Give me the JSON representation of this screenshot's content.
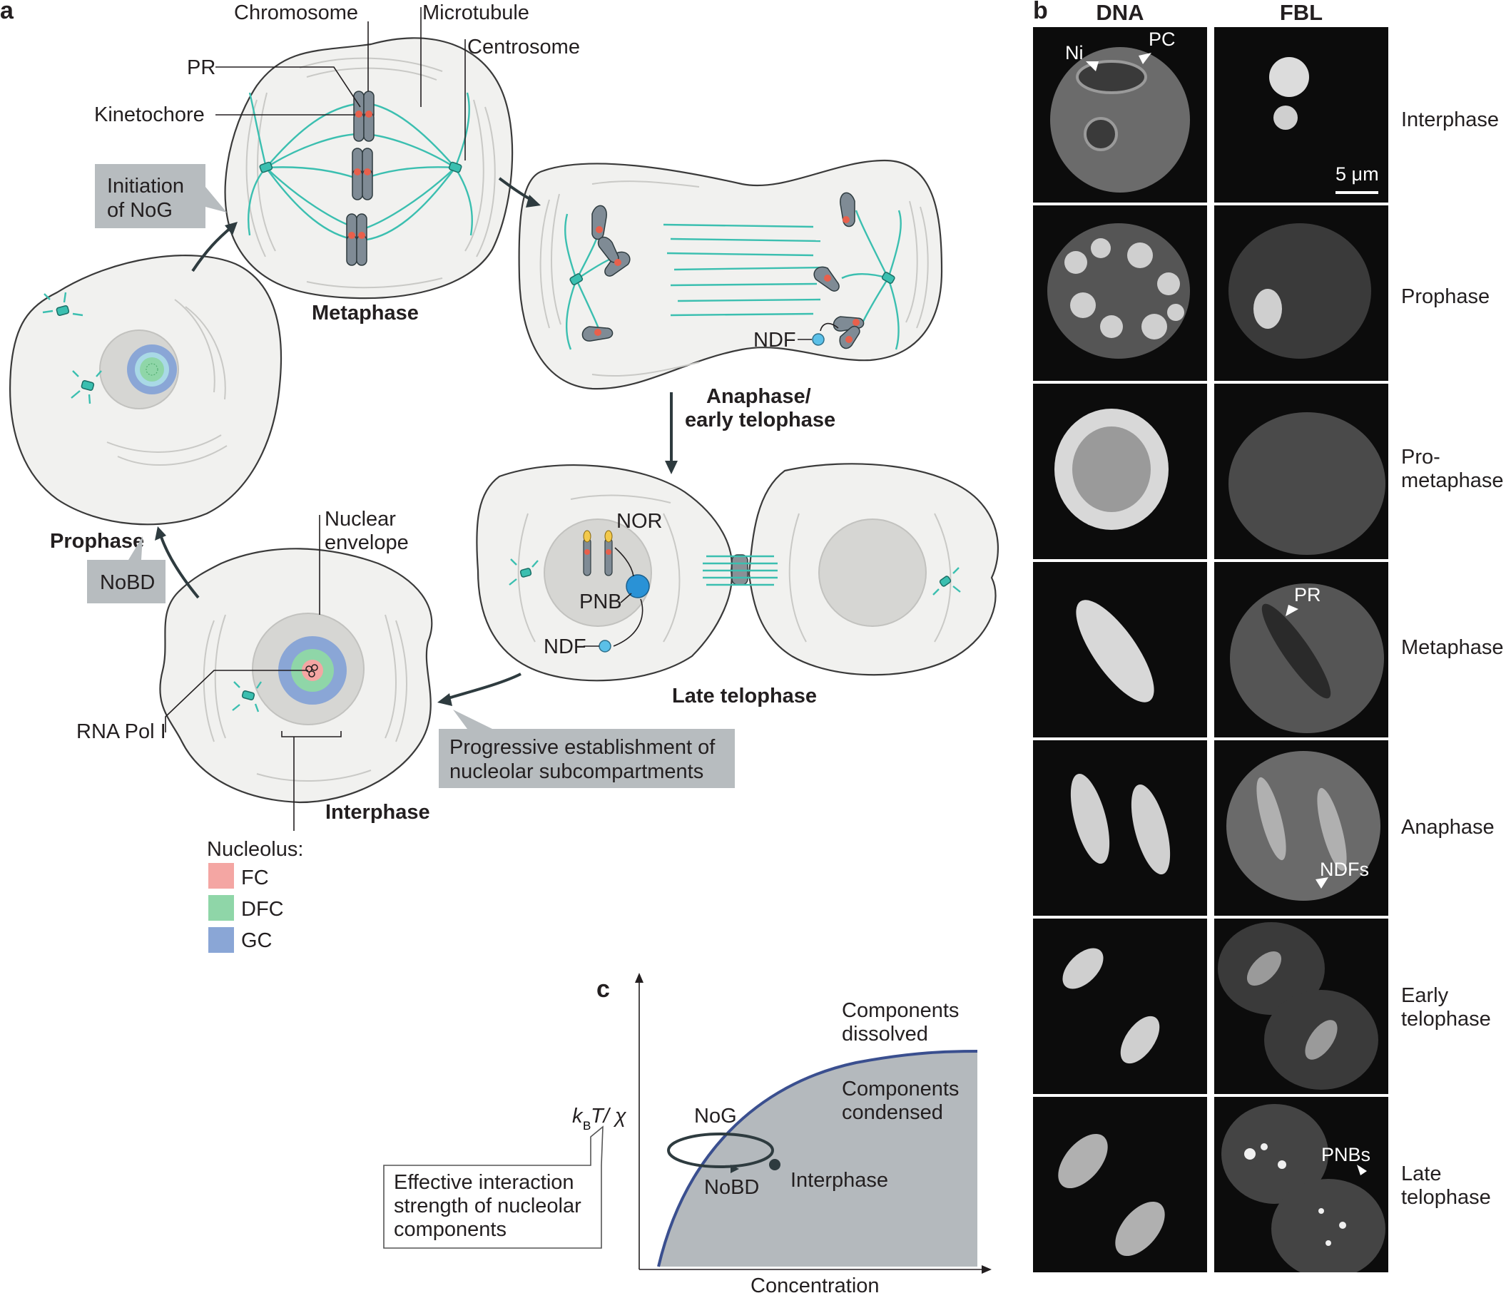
{
  "panel_a": {
    "letter": "a",
    "stages": {
      "metaphase": "Metaphase",
      "anaphase_line1": "Anaphase/",
      "anaphase_line2": "early telophase",
      "late_telophase": "Late telophase",
      "interphase": "Interphase",
      "prophase": "Prophase"
    },
    "labels": {
      "chromosome": "Chromosome",
      "microtubule": "Microtubule",
      "centrosome": "Centrosome",
      "pr": "PR",
      "kinetochore": "Kinetochore",
      "ndf_anaphase": "NDF",
      "nor": "NOR",
      "pnb": "PNB",
      "ndf_telophase": "NDF",
      "nuclear_envelope_1": "Nuclear",
      "nuclear_envelope_2": "envelope",
      "rna_pol_i": "RNA Pol I"
    },
    "callouts": {
      "initiation_1": "Initiation",
      "initiation_2": "of NoG",
      "nobd": "NoBD",
      "progressive_1": "Progressive establishment of",
      "progressive_2": "nucleolar subcompartments"
    },
    "legend": {
      "title": "Nucleolus:",
      "items": [
        {
          "label": "FC",
          "color": "#f4a6a3"
        },
        {
          "label": "DFC",
          "color": "#8fd6a8"
        },
        {
          "label": "GC",
          "color": "#8aa6d6"
        }
      ]
    },
    "colors": {
      "microtubule": "#3bbfb0",
      "cell_fill": "#f1f1ef",
      "chromosome": "#7f8b95",
      "kinetochore": "#e8604c",
      "ndf": "#5bc0e8",
      "callout": "#b7bcbf"
    }
  },
  "panel_b": {
    "letter": "b",
    "columns": [
      "DNA",
      "FBL"
    ],
    "scale_bar": "5 μm",
    "rows": [
      {
        "stage": "Interphase",
        "dna_marks": [
          "Ni",
          "PC"
        ],
        "fbl_marks": []
      },
      {
        "stage": "Prophase",
        "dna_marks": [],
        "fbl_marks": []
      },
      {
        "stage": "Pro-\nmetaphase",
        "dna_marks": [],
        "fbl_marks": []
      },
      {
        "stage": "Metaphase",
        "dna_marks": [],
        "fbl_marks": [
          "PR"
        ]
      },
      {
        "stage": "Anaphase",
        "dna_marks": [],
        "fbl_marks": [
          "NDFs"
        ]
      },
      {
        "stage": "Early\ntelophase",
        "dna_marks": [],
        "fbl_marks": []
      },
      {
        "stage": "Late\ntelophase",
        "dna_marks": [],
        "fbl_marks": [
          "PNBs"
        ]
      }
    ]
  },
  "panel_c": {
    "letter": "c",
    "ylabel_k": "k",
    "ylabel_sub": "B",
    "ylabel_rest": "T/ χ",
    "xlabel": "Concentration",
    "region_top_1": "Components",
    "region_top_2": "dissolved",
    "region_bottom_1": "Components",
    "region_bottom_2": "condensed",
    "nog": "NoG",
    "nobd": "NoBD",
    "interphase": "Interphase",
    "callout_1": "Effective interaction",
    "callout_2": "strength of nucleolar",
    "callout_3": "components",
    "colors": {
      "condensed": "#b4b9bd",
      "boundary": "#3a4f8f"
    }
  }
}
